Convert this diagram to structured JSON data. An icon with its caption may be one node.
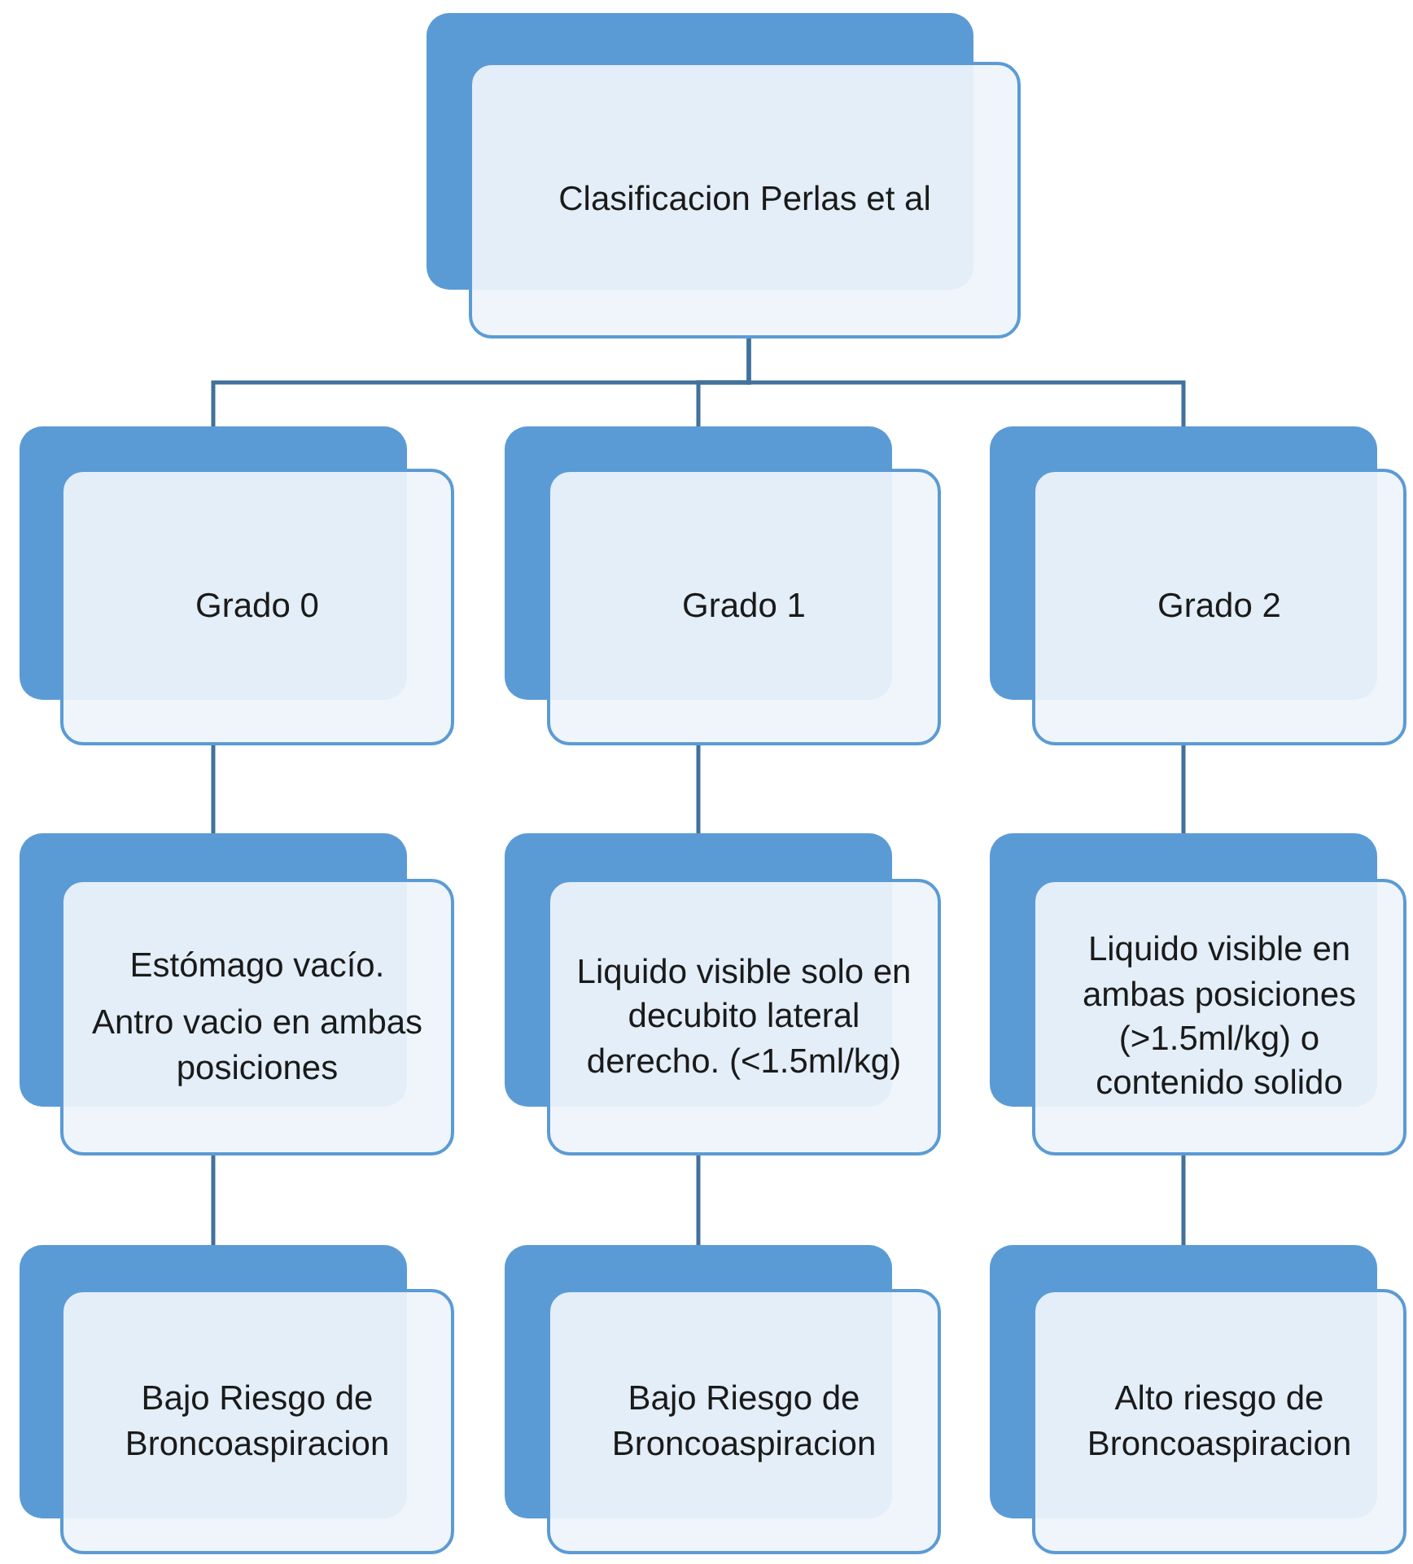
{
  "diagram": {
    "nodes": [
      {
        "text": [
          "Clasificacion Perlas et al"
        ]
      },
      {
        "text": [
          "Grado 0"
        ]
      },
      {
        "text": [
          "Grado 1"
        ]
      },
      {
        "text": [
          "Grado 2"
        ]
      },
      {
        "text": [
          "Estómago vacío.",
          "Antro vacio en ambas posiciones"
        ]
      },
      {
        "text": [
          "Liquido visible solo en decubito lateral derecho. (<1.5ml/kg)"
        ]
      },
      {
        "text": [
          "Liquido visible en ambas posiciones (>1.5ml/kg) o contenido solido"
        ]
      },
      {
        "text": [
          "Bajo Riesgo de Broncoaspiracion"
        ]
      },
      {
        "text": [
          "Bajo Riesgo de Broncoaspiracion"
        ]
      },
      {
        "text": [
          "Alto riesgo de Broncoaspiracion"
        ]
      }
    ],
    "edges": [
      {
        "from": 0,
        "to": 1,
        "arrow": "none"
      },
      {
        "from": 0,
        "to": 2,
        "arrow": "none"
      },
      {
        "from": 0,
        "to": 3,
        "arrow": "none"
      },
      {
        "from": 1,
        "to": 4,
        "arrow": "none"
      },
      {
        "from": 2,
        "to": 5,
        "arrow": "none"
      },
      {
        "from": 3,
        "to": 6,
        "arrow": "none"
      },
      {
        "from": 4,
        "to": 7,
        "arrow": "none"
      },
      {
        "from": 5,
        "to": 8,
        "arrow": "none"
      },
      {
        "from": 6,
        "to": 9,
        "arrow": "none"
      }
    ]
  }
}
